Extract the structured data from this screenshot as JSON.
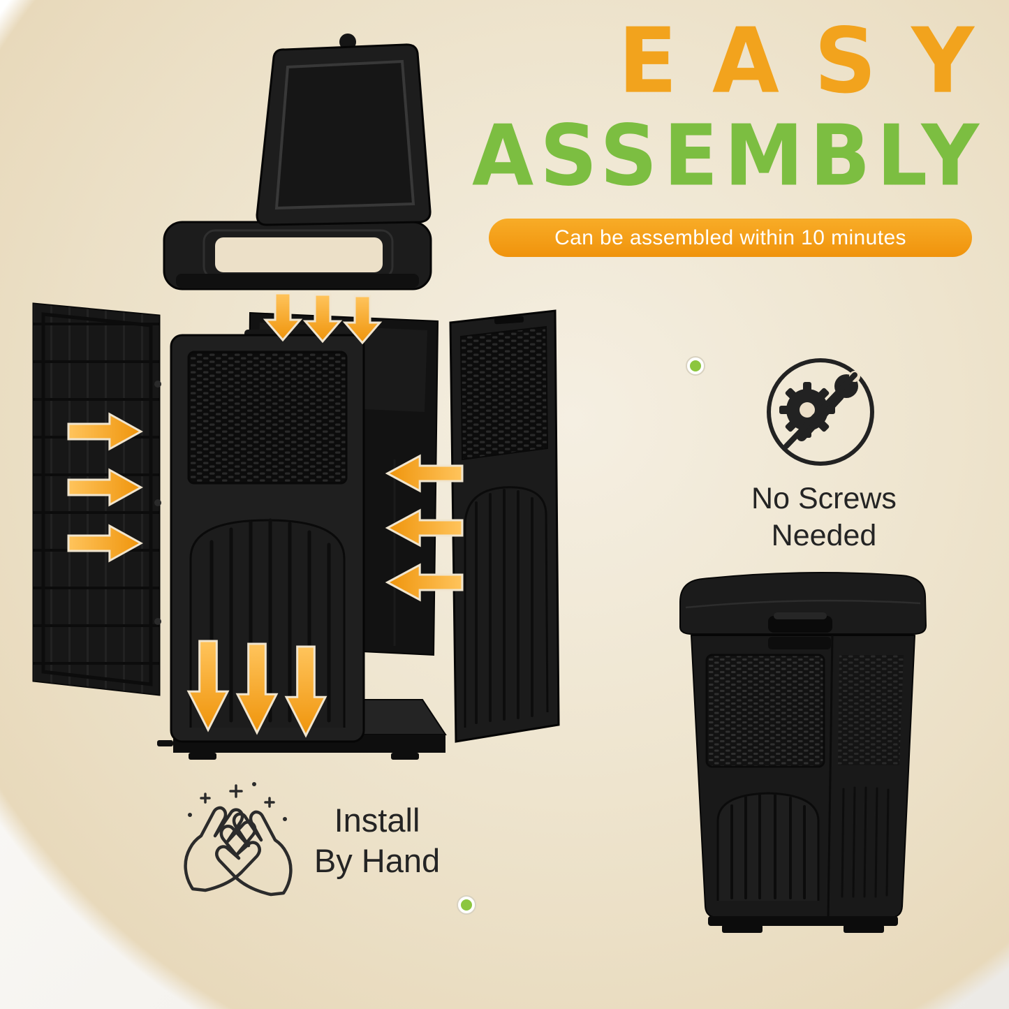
{
  "headline": {
    "line1": "EASY",
    "line2": "ASSEMBLY"
  },
  "banner": {
    "label": "Can be assembled within 10 minutes"
  },
  "features": {
    "no_screws": {
      "line1": "No Screws",
      "line2": "Needed",
      "icon": "no-screws-icon"
    },
    "install_by_hand": {
      "line1": "Install",
      "line2": "By Hand",
      "icon": "clapping-hands-icon"
    }
  },
  "colors": {
    "headline_orange": "#F2A31D",
    "headline_green": "#7CBE41",
    "banner_orange": "#F59A11",
    "arrow_orange": "#F5A623",
    "product_black": "#1A1A1A",
    "background_beige": "#EDE1C9",
    "text_dark": "#242424",
    "marker_green": "#8CC63E"
  }
}
